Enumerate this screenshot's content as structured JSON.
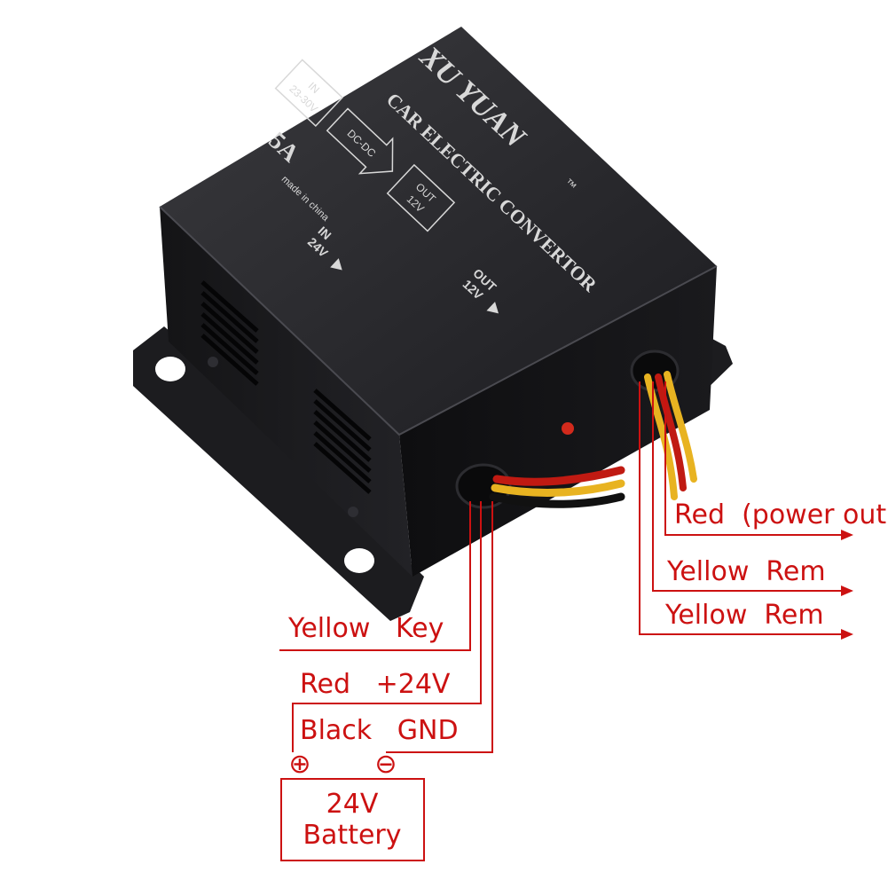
{
  "device": {
    "brand": "XU YUAN",
    "trademark": "™",
    "model_line": "CAR ELECTRIC CONVERTOR",
    "box_in": [
      "IN",
      "23-30V"
    ],
    "box_dcdc": "DC-DC",
    "box_out": [
      "OUT",
      "12V"
    ],
    "rating": "5A",
    "origin": "made in china",
    "label_out": [
      "OUT",
      "12V"
    ],
    "label_in": [
      "IN",
      "24V"
    ]
  },
  "wires_output": [
    {
      "label": "Red  (power out)",
      "color": "#cc1111"
    },
    {
      "label": "Yellow  Rem",
      "color": "#cc1111"
    },
    {
      "label": "Yellow  Rem",
      "color": "#cc1111"
    }
  ],
  "wires_input": [
    {
      "label": "Yellow   Key"
    },
    {
      "label": "Red   +24V"
    },
    {
      "label": "Black   GND"
    }
  ],
  "battery": {
    "line1": "24V",
    "line2": "Battery",
    "plus": "⊕",
    "minus": "⊖"
  },
  "colors": {
    "annotation": "#cc1111",
    "case": "#1a1a1c"
  }
}
